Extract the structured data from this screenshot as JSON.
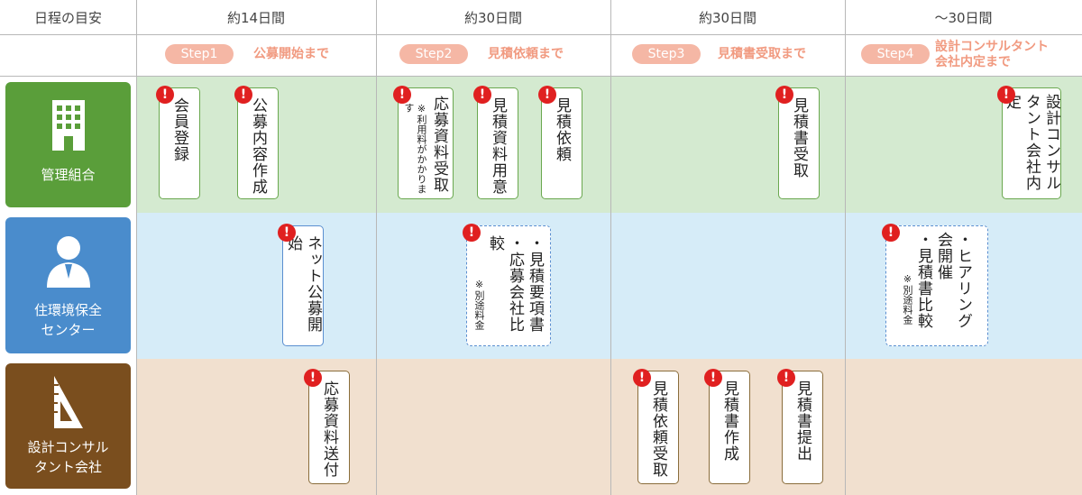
{
  "header": {
    "schedule_label": "日程の目安",
    "durations": [
      "約14日間",
      "約30日間",
      "約30日間",
      "〜30日間"
    ]
  },
  "steps": [
    {
      "badge": "Step1",
      "title": "公募開始まで"
    },
    {
      "badge": "Step2",
      "title": "見積依頼まで"
    },
    {
      "badge": "Step3",
      "title": "見積書受取まで"
    },
    {
      "badge": "Step4",
      "title_line1": "設計コンサルタント",
      "title_line2": "会社内定まで"
    }
  ],
  "roles": [
    {
      "name": "管理組合",
      "icon": "building-icon",
      "color": "#5a9e3a"
    },
    {
      "name_line1": "住環境保全",
      "name_line2": "センター",
      "icon": "person-icon",
      "color": "#4a8ccc"
    },
    {
      "name_line1": "設計コンサル",
      "name_line2": "タント会社",
      "icon": "triangle-ruler-icon",
      "color": "#7a4e1e"
    }
  ],
  "lane_colors": {
    "lane1": "#d4ead0",
    "lane2": "#d6ecf8",
    "lane3": "#f1e0cf"
  },
  "cards": {
    "c1": "会員登録",
    "c2": "公募内容作成",
    "c3_main": "応募資料受取",
    "c3_note": "※利用料がかかります",
    "c4": "見積資料用意",
    "c5": "見積依頼",
    "c6": "見積書受取",
    "c7": "設計コンサルタント会社内定",
    "c8": "ネット公募開始",
    "c9_a": "・見積要項書",
    "c9_b": "・応募会社比較",
    "c9_note": "※別途料金",
    "c10_a": "・ヒアリング会開催",
    "c10_b": "・見積書比較",
    "c10_note": "※別途料金",
    "c11": "応募資料送付",
    "c12": "見積依頼受取",
    "c13": "見積書作成",
    "c14": "見積書提出"
  },
  "alert_mark": "!"
}
